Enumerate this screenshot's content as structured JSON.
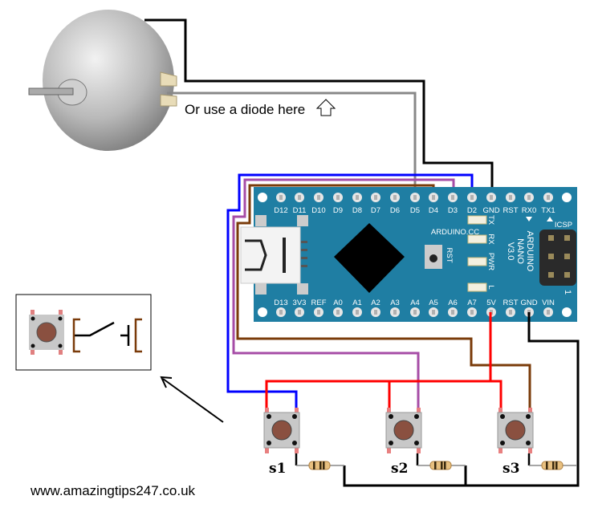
{
  "annotation": "Or use a diode here",
  "website": "www.amazingtips247.co.uk",
  "board": {
    "maker_label": "ARDUINO.CC",
    "name_lines": [
      "ARDUINO",
      "NANO",
      "V3.0"
    ],
    "icsp_label": "ICSP",
    "icsp_pin1": "1",
    "reset_label": "RST",
    "leds": [
      "TX",
      "RX",
      "PWR",
      "L"
    ],
    "top_pins": [
      "D12",
      "D11",
      "D10",
      "D9",
      "D8",
      "D7",
      "D6",
      "D5",
      "D4",
      "D3",
      "D2",
      "GND",
      "RST",
      "RX0",
      "TX1"
    ],
    "bottom_pins": [
      "D13",
      "3V3",
      "REF",
      "A0",
      "A1",
      "A2",
      "A3",
      "A4",
      "A5",
      "A6",
      "A7",
      "5V",
      "RST",
      "GND",
      "VIN"
    ]
  },
  "switches": [
    "s1",
    "s2",
    "s3"
  ],
  "colors": {
    "board": "#1f7ea3",
    "gnd": "#000000",
    "motor_signal": "#888888",
    "vcc": "#ff0000",
    "d2": "#0000ff",
    "d3": "#a64ca6",
    "d4": "#7a3b0a"
  }
}
